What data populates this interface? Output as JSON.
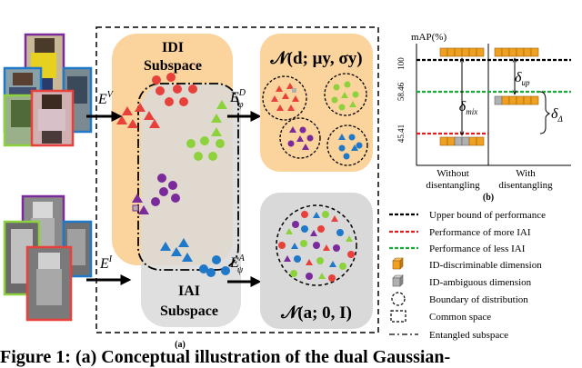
{
  "panel_a": {
    "label": "(a)",
    "idi_title_1": "IDI",
    "idi_title_2": "Subspace",
    "iai_title_1": "IAI",
    "iai_title_2": "Subspace",
    "ev_label": "E",
    "ev_sup": "V",
    "ei_label": "E",
    "ei_sup": "I",
    "ephi_label": "E",
    "ephi_sup": "D",
    "ephi_sub": "φ",
    "epsi_label": "E",
    "epsi_sup": "A",
    "epsi_sub": "ψ",
    "formula_top": "𝒩(d; μy, σy)",
    "formula_bottom": "𝒩(a; 0, I)"
  },
  "panel_b": {
    "label": "(b)",
    "ylabel": "mAP(%)",
    "ticks": [
      "100",
      "58.46",
      "45.41"
    ],
    "xlabel_left_1": "Without",
    "xlabel_left_2": "disentangling",
    "xlabel_right_1": "With",
    "xlabel_right_2": "disentangling",
    "delta_mix": "δmix",
    "delta_up": "δup",
    "delta_delta": "δΔ"
  },
  "legend": [
    {
      "text": "Upper bound of performance",
      "color": "#000000"
    },
    {
      "text": "Performance of more IAI",
      "color": "#e02020"
    },
    {
      "text": "Performance of less IAI",
      "color": "#1aaa3a"
    },
    {
      "text": "ID-discriminable dimension",
      "color": "#f0a020"
    },
    {
      "text": "ID-ambiguous dimension",
      "color": "#b0b0b0"
    },
    {
      "text": "Boundary of distribution",
      "color": "#000000"
    },
    {
      "text": "Common space",
      "color": "#000000"
    },
    {
      "text": "Entangled subspace",
      "color": "#000000"
    }
  ],
  "caption": "Figure 1: (a) Conceptual illustration of the dual Gaussian-",
  "colors": {
    "idi": "#fbd39c",
    "iai": "#d9d9d9",
    "red": "#e8413b",
    "green": "#8cd23c",
    "purple": "#7a2a9a",
    "blue": "#1f78c8"
  }
}
